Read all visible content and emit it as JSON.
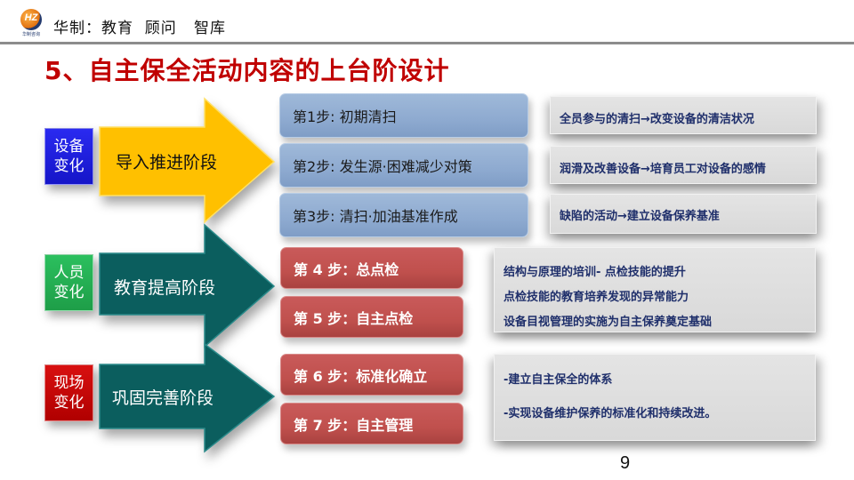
{
  "header": {
    "logo_text": "HZ",
    "logo_subtext": "华制咨询",
    "brand": "华制：教育  顾问   智库"
  },
  "title": "5、自主保全活动内容的上台阶设计",
  "colors": {
    "title_red": "#c00000",
    "cat_blue": "#1f1fe0",
    "cat_green": "#22a850",
    "cat_red": "#c00000",
    "arrow_yellow": "#ffc000",
    "arrow_teal": "#0b5e5e",
    "step_blue": "#8eaad0",
    "step_red": "#c0504d",
    "note_grey": "#d9d9d9",
    "note_text": "#1f2f6b"
  },
  "phases": [
    {
      "category": [
        "设备",
        "变化"
      ],
      "stage": "导入推进阶段",
      "steps": [
        "第1步:  初期清扫",
        "第2步:  发生源·困难减少对策",
        "第3步:  清扫·加油基准作成"
      ],
      "notes": [
        "全员参与的清扫→改变设备的清洁状况",
        "润滑及改善设备→培育员工对设备的感情",
        "缺陷的活动→建立设备保养基准"
      ]
    },
    {
      "category": [
        "人员",
        "变化"
      ],
      "stage": "教育提高阶段",
      "steps": [
        "第 4  步：总点检",
        "第 5  步：自主点检"
      ],
      "notes": [
        "结构与原理的培训- 点检技能的提升",
        "点检技能的教育培养发现的异常能力",
        "设备目视管理的实施为自主保养奠定基础"
      ]
    },
    {
      "category": [
        "现场",
        "变化"
      ],
      "stage": "巩固完善阶段",
      "steps": [
        "第 6 步：标准化确立",
        "第 7  步：自主管理"
      ],
      "notes": [
        "-建立自主保全的体系",
        "-实现设备维护保养的标准化和持续改进。"
      ]
    }
  ],
  "page_number": "9"
}
